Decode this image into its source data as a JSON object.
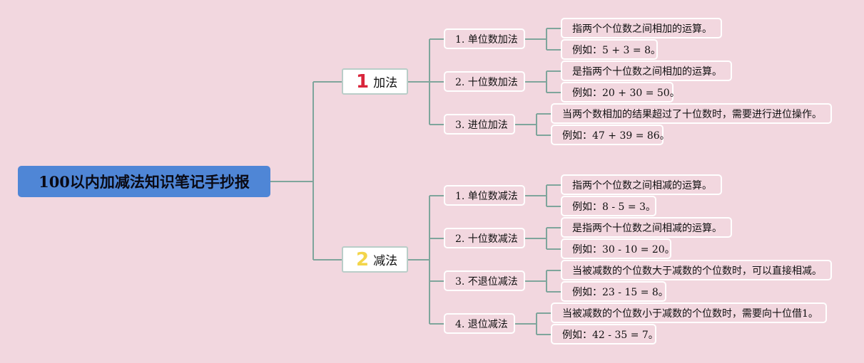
{
  "title": "100以内加减法知识笔记手抄报",
  "colors": {
    "background": "#f2d7df",
    "root": "#4f86d6",
    "line": "#7fa59c",
    "num1": "#d9253b",
    "num2": "#f3d54a"
  },
  "branches": [
    {
      "number": "1",
      "label": "加法",
      "subs": [
        {
          "label": "1. 单位数加法",
          "details": [
            "指两个个位数之间相加的运算。",
            "例如：5 + 3 = 8。"
          ]
        },
        {
          "label": "2. 十位数加法",
          "details": [
            "是指两个十位数之间相加的运算。",
            "例如：20 + 30 = 50。"
          ]
        },
        {
          "label": "3. 进位加法",
          "details": [
            "当两个数相加的结果超过了十位数时，需要进行进位操作。",
            "例如：47 + 39 = 86。"
          ]
        }
      ]
    },
    {
      "number": "2",
      "label": "减法",
      "subs": [
        {
          "label": "1. 单位数减法",
          "details": [
            "指两个个位数之间相减的运算。",
            "例如：8 - 5 = 3。"
          ]
        },
        {
          "label": "2. 十位数减法",
          "details": [
            "是指两个十位数之间相减的运算。",
            "例如：30 - 10 = 20。"
          ]
        },
        {
          "label": "3. 不退位减法",
          "details": [
            "当被减数的个位数大于减数的个位数时，可以直接相减。",
            "例如：23 - 15 = 8。"
          ]
        },
        {
          "label": "4. 退位减法",
          "details": [
            "当被减数的个位数小于减数的个位数时，需要向十位借1。",
            "例如：42 - 35 = 7。"
          ]
        }
      ]
    }
  ]
}
